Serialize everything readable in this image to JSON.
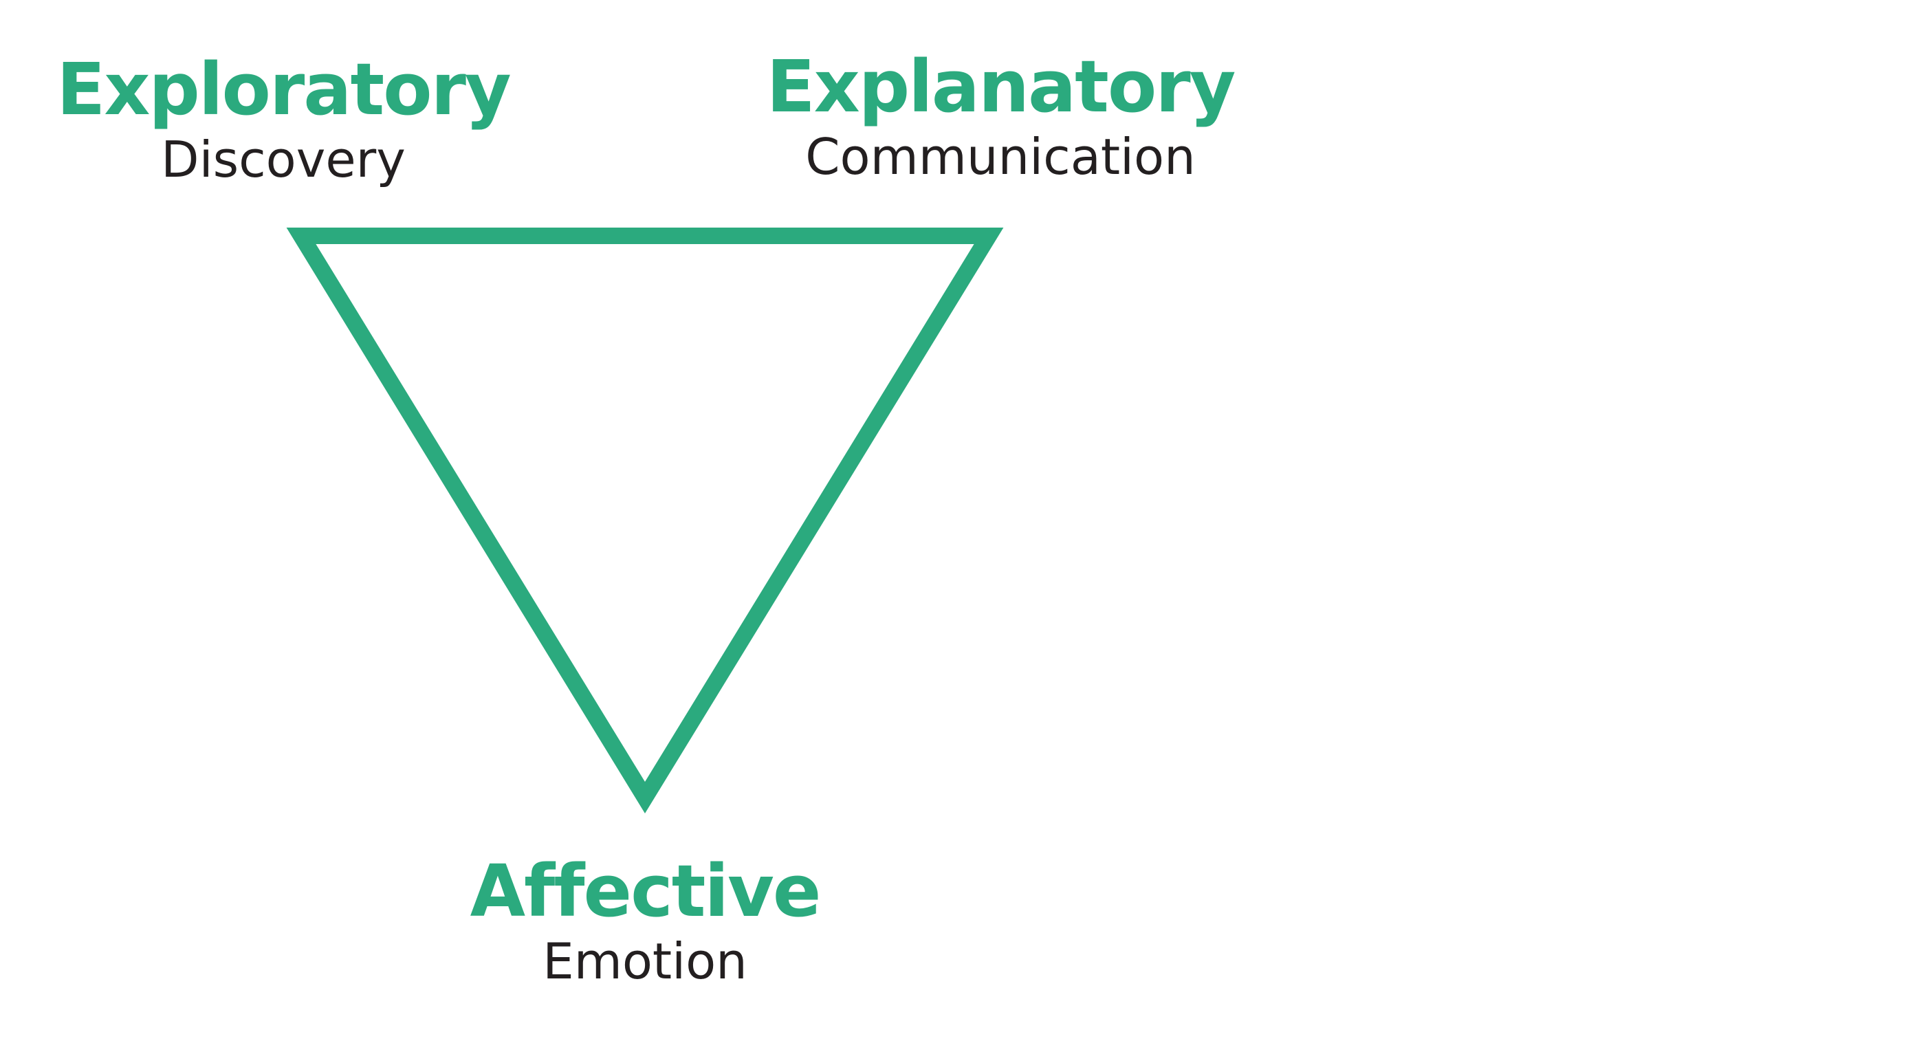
{
  "colors": {
    "accent": "#2BAA7E",
    "text": "#231F20",
    "background": "#FFFFFF"
  },
  "vertices": [
    {
      "id": "exploratory",
      "title": "Exploratory",
      "subtitle": "Discovery"
    },
    {
      "id": "explanatory",
      "title": "Explanatory",
      "subtitle": "Communication"
    },
    {
      "id": "affective",
      "title": "Affective",
      "subtitle": "Emotion"
    }
  ]
}
